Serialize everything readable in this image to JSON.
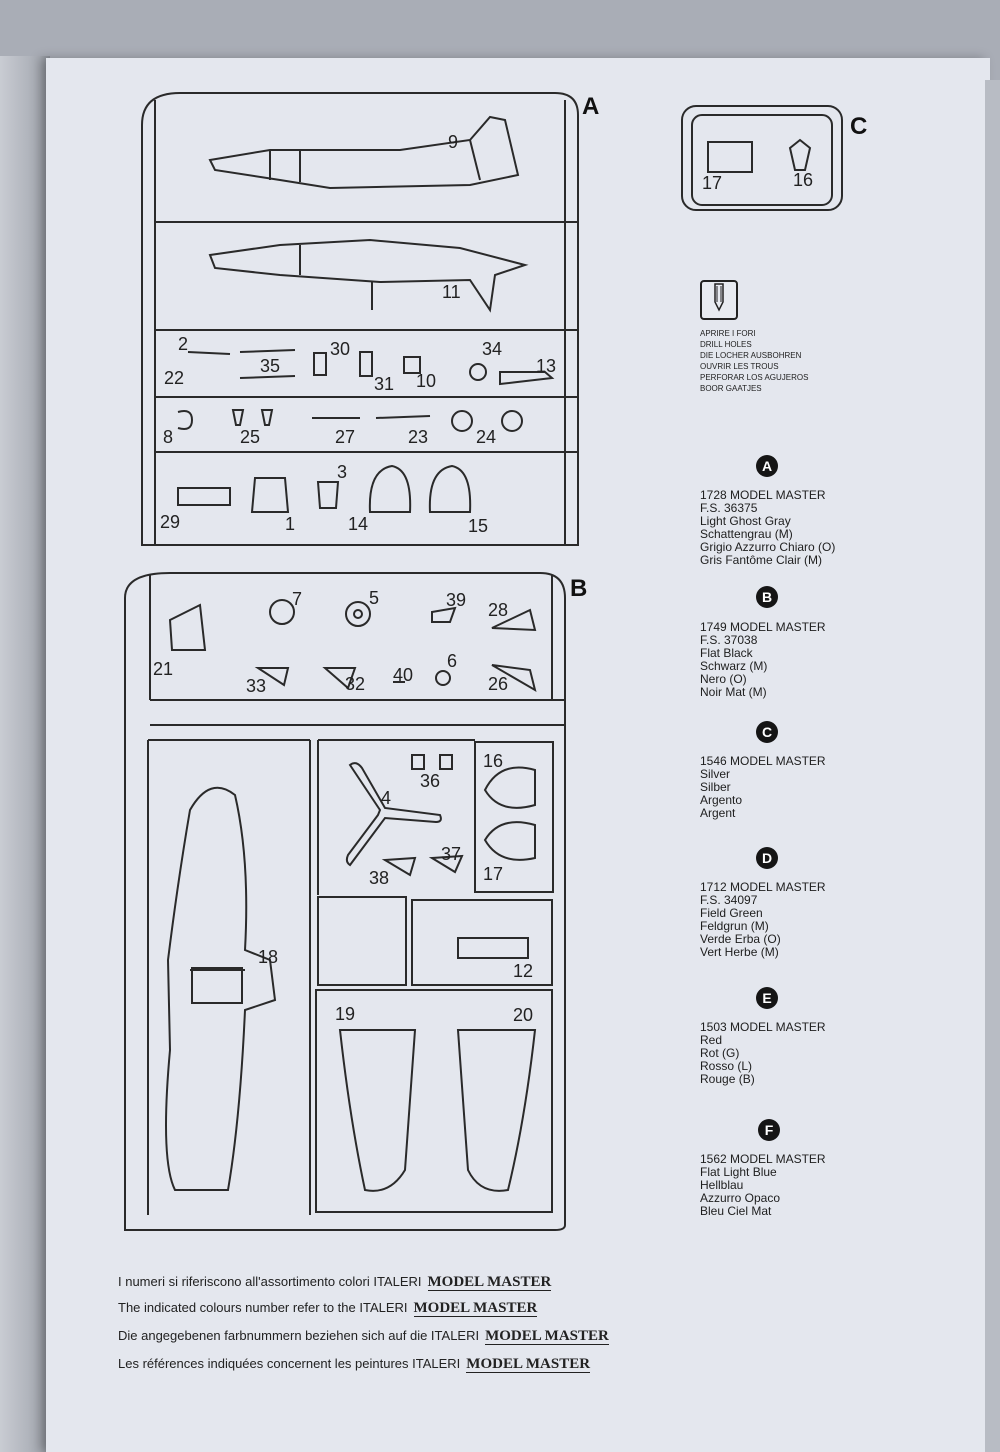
{
  "sprues": {
    "A": {
      "letter": "A",
      "parts": [
        "9",
        "11",
        "2",
        "22",
        "35",
        "30",
        "31",
        "10",
        "34",
        "13",
        "8",
        "25",
        "27",
        "23",
        "24",
        "29",
        "1",
        "3",
        "14",
        "15"
      ]
    },
    "B": {
      "letter": "B",
      "parts": [
        "21",
        "7",
        "5",
        "39",
        "28",
        "33",
        "32",
        "40",
        "6",
        "26",
        "36",
        "16",
        "4",
        "37",
        "38",
        "17",
        "18",
        "12",
        "19",
        "20"
      ]
    },
    "C": {
      "letter": "C",
      "parts": [
        "17",
        "16"
      ]
    }
  },
  "drill_holes": {
    "lines": [
      "APRIRE I FORI",
      "DRILL HOLES",
      "DIE LOCHER AUSBOHREN",
      "OUVRIR LES TROUS",
      "PERFORAR LOS AGUJEROS",
      "BOOR GAATJES"
    ]
  },
  "paints": [
    {
      "badge": "A",
      "lines": [
        "1728 MODEL MASTER",
        "F.S. 36375",
        "Light Ghost Gray",
        "Schattengrau (M)",
        "Grigio Azzurro Chiaro (O)",
        "Gris Fantôme Clair (M)"
      ]
    },
    {
      "badge": "B",
      "lines": [
        "1749 MODEL MASTER",
        "F.S. 37038",
        "Flat Black",
        "Schwarz (M)",
        "Nero (O)",
        "Noir Mat (M)"
      ]
    },
    {
      "badge": "C",
      "lines": [
        "1546 MODEL MASTER",
        "Silver",
        "Silber",
        "Argento",
        "Argent"
      ]
    },
    {
      "badge": "D",
      "lines": [
        "1712 MODEL MASTER",
        "F.S. 34097",
        "Field Green",
        "Feldgrun (M)",
        "Verde Erba (O)",
        "Vert Herbe (M)"
      ]
    },
    {
      "badge": "E",
      "lines": [
        "1503 MODEL MASTER",
        "Red",
        "Rot (G)",
        "Rosso (L)",
        "Rouge (B)"
      ]
    },
    {
      "badge": "F",
      "lines": [
        "1562 MODEL MASTER",
        "Flat Light Blue",
        "Hellblau",
        "Azzurro Opaco",
        "Bleu Ciel Mat"
      ]
    }
  ],
  "footer": {
    "logo": "MODEL MASTER",
    "lines": [
      "I numeri si riferiscono all'assortimento colori ITALERI",
      "The indicated colours number refer to the ITALERI",
      "Die angegebenen farbnummern beziehen sich auf die ITALERI",
      "Les références indiquées concernent les peintures ITALERI"
    ]
  },
  "colors": {
    "ink": "#222222",
    "paper": "#e4e7ee"
  }
}
